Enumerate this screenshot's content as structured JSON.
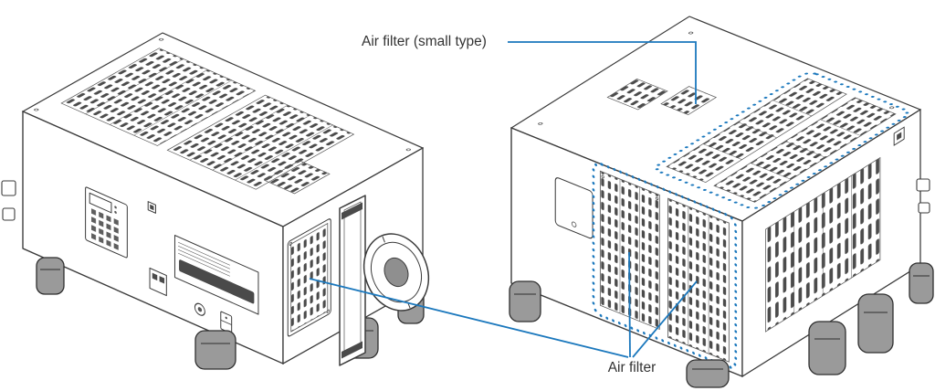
{
  "diagram": {
    "labels": {
      "air_filter_small": "Air filter (small type)",
      "air_filter": "Air filter"
    },
    "colors": {
      "callout_blue": "#1b78bd",
      "line_art": "#3b3b3b",
      "background": "#ffffff"
    },
    "views": [
      {
        "name": "projector-front-left-oblique-view"
      },
      {
        "name": "projector-front-right-oblique-view"
      }
    ]
  }
}
